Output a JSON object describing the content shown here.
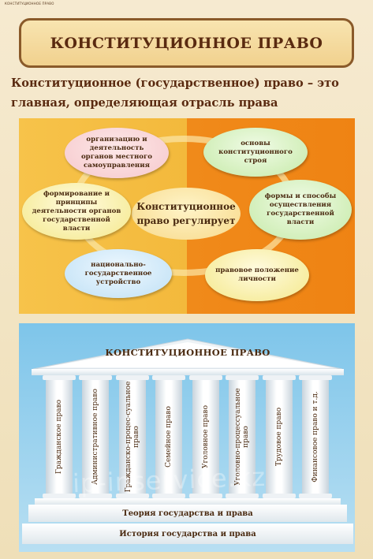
{
  "header": {
    "tiny_label": "КОНСТИТУЦИОННОЕ ПРАВО",
    "title": "КОНСТИТУЦИОННОЕ ПРАВО",
    "subtitle": "Конституционное (государственное) право – это главная, определяющая отрасль права"
  },
  "scheme": {
    "center": "Конституционное право регулирует",
    "items": [
      "организацию и деятельность органов местного самоуправления",
      "основы конституционного строя",
      "формы и способы осуществления государственной власти",
      "правовое положение личности",
      "национально-государственное устройство",
      "формирование и принципы деятельности органов государственной власти"
    ]
  },
  "temple": {
    "roof_label": "КОНСТИТУЦИОННОЕ ПРАВО",
    "columns": [
      "Гражданское право",
      "Административное право",
      "Гражданско-процес-суальное право",
      "Семейное право",
      "Уголовное право",
      "Уголовно-процессуальное право",
      "Трудовое право",
      "Финансовое право и т.д."
    ],
    "step_upper": "Теория государства и права",
    "step_lower": "История государства и права"
  },
  "watermark": "ip-inservice.kz",
  "colors": {
    "scheme_left": "#f7c34a",
    "scheme_right": "#ef8313",
    "temple_bg": "#7ec5ea",
    "title_border": "#8a5a2a"
  }
}
